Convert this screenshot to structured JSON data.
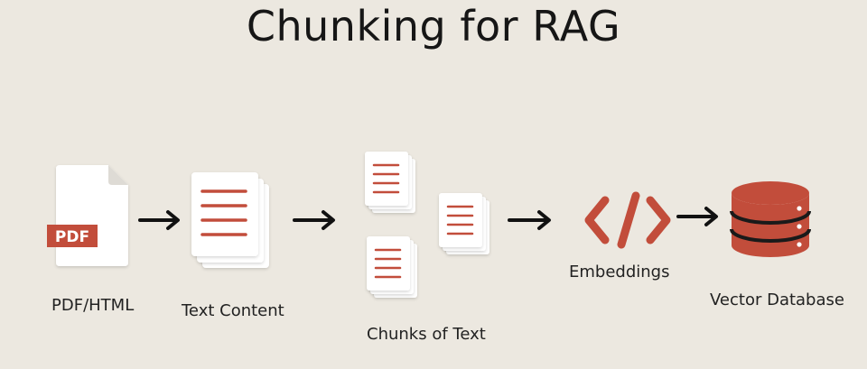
{
  "title": "Chunking for RAG",
  "steps": [
    {
      "label": "PDF/HTML"
    },
    {
      "label": "Text Content"
    },
    {
      "label": "Chunks of Text"
    },
    {
      "label": "Embeddings"
    },
    {
      "label": "Vector Database"
    }
  ],
  "pdf_badge": "PDF",
  "colors": {
    "background": "#ece8e0",
    "accent": "#c24d3b",
    "arrow": "#111111",
    "page": "#ffffff"
  },
  "icons": [
    "pdf-file-icon",
    "document-stack-icon",
    "chunk-document-icon",
    "code-brackets-icon",
    "database-icon",
    "arrow-right-icon"
  ]
}
